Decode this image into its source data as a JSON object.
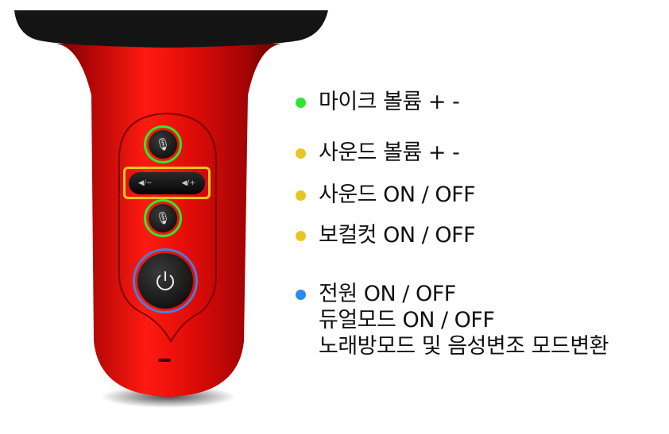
{
  "colors": {
    "mic_group": "#2ee82e",
    "sound_group": "#e8c522",
    "power_group": "#2b8cf0",
    "body_red": "#d10c0c",
    "grille_black": "#141414"
  },
  "device": {
    "buttons": [
      {
        "id": "mic-volume-up",
        "icon": "mic-plus-icon",
        "highlight": "green"
      },
      {
        "id": "sound-volume",
        "icon": "speaker-icon",
        "labels": [
          "◀/−",
          "◀/+"
        ],
        "highlight": "yellow"
      },
      {
        "id": "vocal-cut",
        "icon": "mic-minus-icon",
        "highlight": "green"
      },
      {
        "id": "power",
        "icon": "power-icon",
        "highlight": "blue"
      }
    ]
  },
  "legend": {
    "items": [
      {
        "color": "#2ee82e",
        "lines": [
          "마이크 볼륨 + -"
        ]
      },
      {
        "color": "#e8c522",
        "lines": [
          "사운드 볼륨 + -"
        ]
      },
      {
        "color": "#e8c522",
        "lines": [
          "사운드 ON / OFF"
        ]
      },
      {
        "color": "#e8c522",
        "lines": [
          "보컬컷 ON / OFF"
        ]
      },
      {
        "color": "#2b8cf0",
        "lines": [
          "전원 ON / OFF",
          "듀얼모드 ON / OFF",
          "노래방모드 및 음성변조 모드변환"
        ]
      }
    ]
  }
}
